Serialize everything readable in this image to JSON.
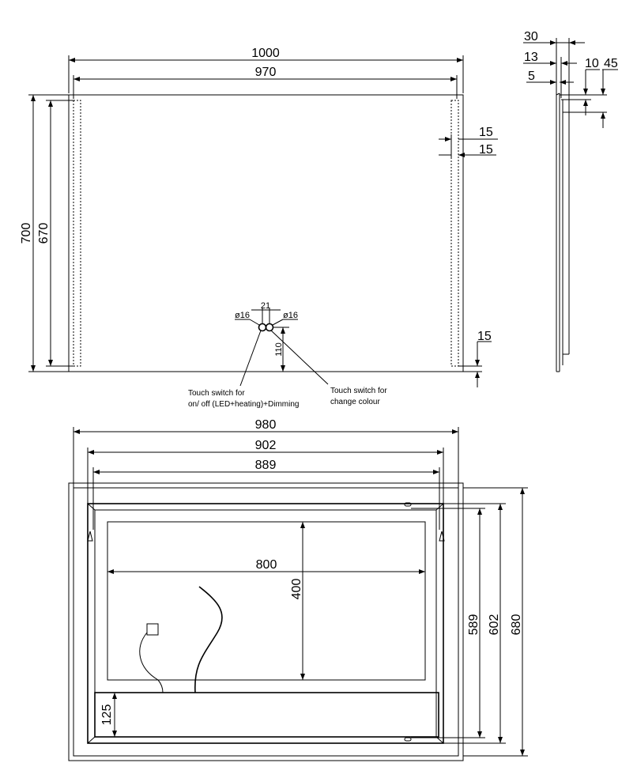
{
  "front_view": {
    "dims": {
      "overall_width": "1000",
      "led_width": "970",
      "overall_height": "700",
      "led_height": "670",
      "led_offset_top": "15",
      "led_offset_side": "15",
      "led_offset_bottom": "15",
      "switch_spacing": "21",
      "switch_diameter_left": "ø16",
      "switch_diameter_right": "ø16",
      "switch_height": "110"
    },
    "notes": {
      "left_switch_line1": "Touch switch for",
      "left_switch_line2": "on/ off (LED+heating)+Dimming",
      "right_switch_line1": "Touch switch for",
      "right_switch_line2": "change colour"
    }
  },
  "side_view": {
    "dims": {
      "depth_total": "30",
      "depth_mid": "13",
      "depth_glass": "5",
      "offset_10": "10",
      "offset_45": "45"
    }
  },
  "back_view": {
    "dims": {
      "width_980": "980",
      "width_902": "902",
      "width_889": "889",
      "window_width": "800",
      "window_height": "400",
      "height_589": "589",
      "height_602": "602",
      "height_680": "680",
      "box_height": "125"
    }
  }
}
